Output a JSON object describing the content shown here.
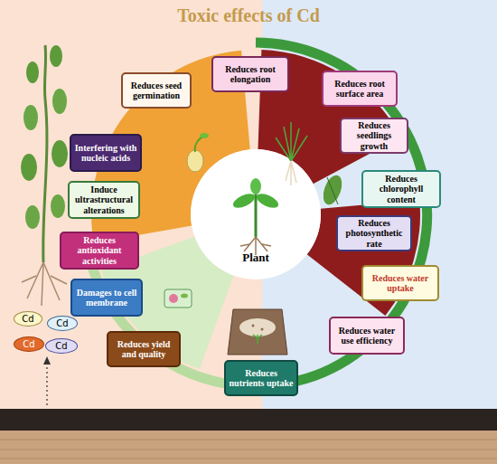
{
  "diagram": {
    "title": "Toxic effects of Cd",
    "nodes": [
      {
        "text": [
          "Reduces root elongation"
        ]
      },
      {
        "text": [
          "Reduces seed germination"
        ]
      },
      {
        "text": [
          "Reduces root surface area"
        ]
      },
      {
        "text": [
          "Reduces seedlings growth"
        ]
      },
      {
        "text": [
          "Interfering with nucleic acids"
        ]
      },
      {
        "text": [
          "Reduces chlorophyll content"
        ]
      },
      {
        "text": [
          "Induce ultrastructural alterations"
        ]
      },
      {
        "text": [
          "Plant"
        ]
      },
      {
        "text": [
          "Reduces photosynthetic rate"
        ]
      },
      {
        "text": [
          "Reduces antioxidant activities"
        ]
      },
      {
        "text": [
          "Reduces water uptake"
        ]
      },
      {
        "text": [
          "Damages to cell membrane"
        ]
      },
      {
        "text": [
          "Cd"
        ]
      },
      {
        "text": [
          "Cd"
        ]
      },
      {
        "text": [
          "Reduces water use efficiency"
        ]
      },
      {
        "text": [
          "Cd"
        ]
      },
      {
        "text": [
          "Cd"
        ]
      },
      {
        "text": [
          "Reduces yield and quality"
        ]
      },
      {
        "text": [
          "Reduces nutrients uptake"
        ]
      }
    ]
  }
}
